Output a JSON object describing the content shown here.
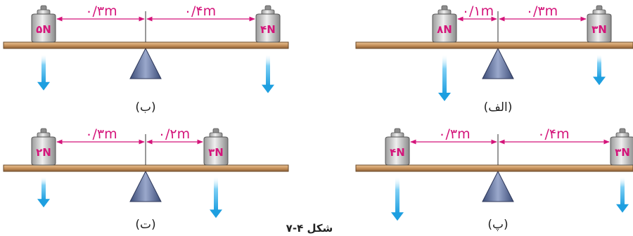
{
  "figure": {
    "caption": "شکل ۴-۷",
    "colors": {
      "beam": "#c9945e",
      "beam_edge": "#6b4a2a",
      "fulcrum": "#5a6c98",
      "weight_body": "#c9c9c9",
      "weight_text": "#d4147a",
      "dimension_line": "#d4147a",
      "arrow": "#2aa8e6"
    },
    "panels": [
      {
        "id": "alef",
        "label": "(الف)",
        "left_weight": "۸N",
        "right_weight": "۳N",
        "left_distance": "۰/۱m",
        "right_distance": "۰/۳m",
        "arrow_strength": {
          "left": 1.0,
          "right": 0.4
        }
      },
      {
        "id": "be",
        "label": "(ب)",
        "left_weight": "۵N",
        "right_weight": "۴N",
        "left_distance": "۰/۳m",
        "right_distance": "۰/۴m",
        "arrow_strength": {
          "left": 0.6,
          "right": 0.7
        }
      },
      {
        "id": "pe",
        "label": "(پ)",
        "left_weight": "۴N",
        "right_weight": "۳N",
        "left_distance": "۰/۳m",
        "right_distance": "۰/۴m",
        "arrow_strength": {
          "left": 0.9,
          "right": 0.6
        }
      },
      {
        "id": "te",
        "label": "(ت)",
        "left_weight": "۲N",
        "right_weight": "۳N",
        "left_distance": "۰/۳m",
        "right_distance": "۰/۲m",
        "arrow_strength": {
          "left": 0.4,
          "right": 0.8
        }
      }
    ]
  }
}
